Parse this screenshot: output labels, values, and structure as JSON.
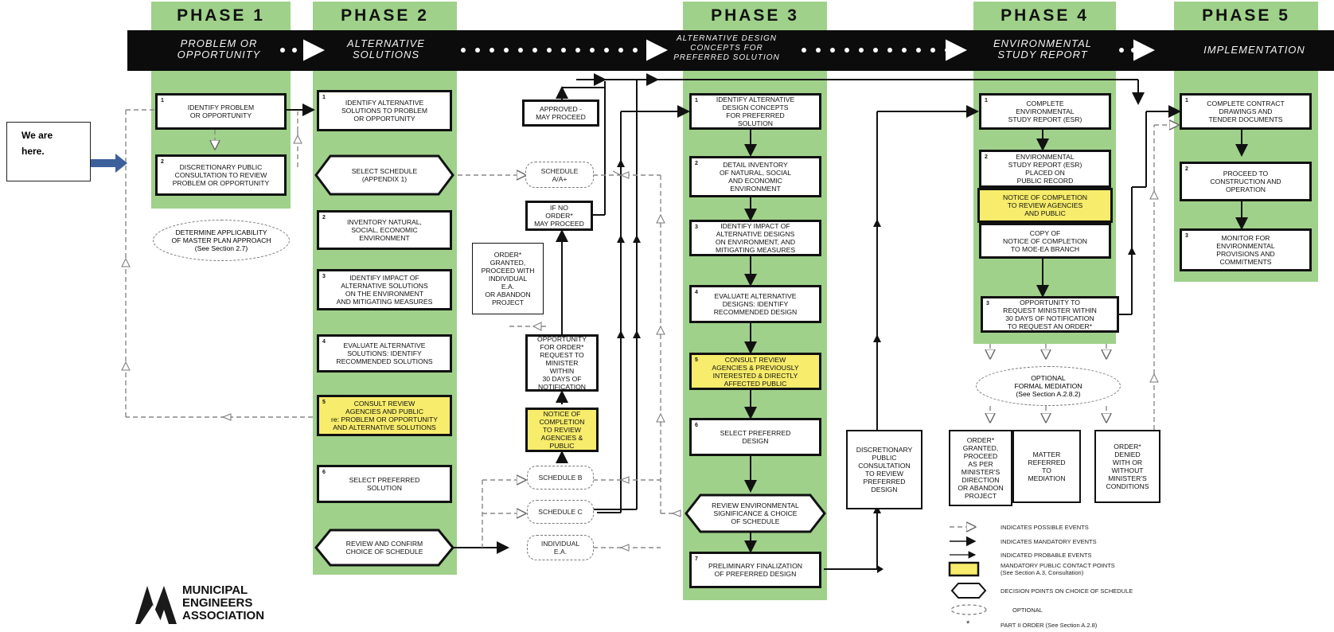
{
  "phases": [
    {
      "label": "PHASE 1",
      "band": "PROBLEM OR\nOPPORTUNITY"
    },
    {
      "label": "PHASE 2",
      "band": "ALTERNATIVE\nSOLUTIONS"
    },
    {
      "label": "PHASE 3",
      "band": "ALTERNATIVE DESIGN\nCONCEPTS FOR\nPREFERRED SOLUTION"
    },
    {
      "label": "PHASE 4",
      "band": "ENVIRONMENTAL\nSTUDY REPORT"
    },
    {
      "label": "PHASE 5",
      "band": "IMPLEMENTATION"
    }
  ],
  "callout": {
    "text": "We are\nhere."
  },
  "phase1": {
    "b1_num": "1",
    "b1": "IDENTIFY PROBLEM\nOR OPPORTUNITY",
    "b2_num": "2",
    "b2": "DISCRETIONARY PUBLIC\nCONSULTATION TO REVIEW\nPROBLEM OR OPPORTUNITY",
    "master_plan": "DETERMINE APPLICABILITY\nOF MASTER PLAN APPROACH\n(See Section 2.7)"
  },
  "phase2": {
    "b1_num": "1",
    "b1": "IDENTIFY ALTERNATIVE\nSOLUTIONS TO PROBLEM\nOR OPPORTUNITY",
    "select_schedule": "SELECT SCHEDULE\n(APPENDIX 1)",
    "b2_num": "2",
    "b2": "INVENTORY NATURAL,\nSOCIAL, ECONOMIC\nENVIRONMENT",
    "b3_num": "3",
    "b3": "IDENTIFY IMPACT OF\nALTERNATIVE SOLUTIONS\nON THE ENVIRONMENT\nAND MITIGATING MEASURES",
    "b4_num": "4",
    "b4": "EVALUATE ALTERNATIVE\nSOLUTIONS: IDENTIFY\nRECOMMENDED SOLUTIONS",
    "b5_num": "5",
    "b5": "CONSULT REVIEW\nAGENCIES AND PUBLIC\nre: PROBLEM OR OPPORTUNITY\nAND ALTERNATIVE SOLUTIONS",
    "b6_num": "6",
    "b6": "SELECT PREFERRED\nSOLUTION",
    "review_confirm": "REVIEW AND CONFIRM\nCHOICE OF SCHEDULE"
  },
  "middle": {
    "approved": "APPROVED -\nMAY PROCEED",
    "schedule_aa": "SCHEDULE\nA/A+",
    "if_no_order": "IF NO\nORDER*\nMAY PROCEED",
    "order_granted": "ORDER*\nGRANTED,\nPROCEED WITH\nINDIVIDUAL\nE.A.\nOR ABANDON\nPROJECT",
    "opportunity": "OPPORTUNITY\nFOR ORDER*\nREQUEST TO\nMINISTER\nWITHIN\n30 DAYS OF\nNOTIFICATION",
    "notice": "NOTICE OF\nCOMPLETION\nTO REVIEW\nAGENCIES &\nPUBLIC",
    "schedule_b": "SCHEDULE B",
    "schedule_c": "SCHEDULE C",
    "individual_ea": "INDIVIDUAL\nE.A."
  },
  "phase3": {
    "b1_num": "1",
    "b1": "IDENTIFY ALTERNATIVE\nDESIGN CONCEPTS\nFOR PREFERRED\nSOLUTION",
    "b2_num": "2",
    "b2": "DETAIL INVENTORY\nOF NATURAL, SOCIAL\nAND ECONOMIC\nENVIRONMENT",
    "b3_num": "3",
    "b3": "IDENTIFY IMPACT OF\nALTERNATIVE DESIGNS\nON ENVIRONMENT, AND\nMITIGATING MEASURES",
    "b4_num": "4",
    "b4": "EVALUATE ALTERNATIVE\nDESIGNS: IDENTIFY\nRECOMMENDED DESIGN",
    "b5_num": "5",
    "b5": "CONSULT REVIEW\nAGENCIES & PREVIOUSLY\nINTERESTED & DIRECTLY\nAFFECTED PUBLIC",
    "b6_num": "6",
    "b6": "SELECT PREFERRED\nDESIGN",
    "review_env": "REVIEW ENVIRONMENTAL\nSIGNIFICANCE & CHOICE\nOF SCHEDULE",
    "b7_num": "7",
    "b7": "PRELIMINARY FINALIZATION\nOF PREFERRED DESIGN"
  },
  "discretionary": "DISCRETIONARY\nPUBLIC\nCONSULTATION\nTO REVIEW\nPREFERRED\nDESIGN",
  "phase4": {
    "b1_num": "1",
    "b1": "COMPLETE\nENVIRONMENTAL\nSTUDY REPORT (ESR)",
    "b2_num": "2",
    "b2": "ENVIRONMENTAL\nSTUDY REPORT (ESR)\nPLACED ON\nPUBLIC RECORD",
    "notice": "NOTICE OF COMPLETION\nTO REVIEW AGENCIES\nAND PUBLIC",
    "copy": "COPY OF\nNOTICE OF COMPLETION\nTO MOE-EA BRANCH",
    "b3_num": "3",
    "b3": "OPPORTUNITY TO\nREQUEST MINISTER WITHIN\n30 DAYS OF NOTIFICATION\nTO REQUEST AN ORDER*",
    "mediation": "OPTIONAL\nFORMAL MEDIATION\n(See Section A.2.8.2)",
    "order_granted": "ORDER*\nGRANTED,\nPROCEED\nAS PER\nMINISTER'S\nDIRECTION\nOR ABANDON\nPROJECT",
    "matter": "MATTER\nREFERRED\nTO\nMEDIATION",
    "order_denied": "ORDER*\nDENIED\nWITH OR\nWITHOUT\nMINISTER'S\nCONDITIONS"
  },
  "phase5": {
    "b1_num": "1",
    "b1": "COMPLETE CONTRACT\nDRAWINGS AND\nTENDER DOCUMENTS",
    "b2_num": "2",
    "b2": "PROCEED TO\nCONSTRUCTION AND\nOPERATION",
    "b3_num": "3",
    "b3": "MONITOR FOR\nENVIRONMENTAL\nPROVISIONS AND\nCOMMITMENTS"
  },
  "legend": {
    "possible": "INDICATES POSSIBLE EVENTS",
    "mandatory": "INDICATES MANDATORY EVENTS",
    "probable": "INDICATED PROBABLE EVENTS",
    "contact": "MANDATORY PUBLIC CONTACT POINTS\n(See Section A.3, Consultation)",
    "decision": "DECISION POINTS ON CHOICE OF SCHEDULE",
    "optional": "OPTIONAL",
    "star": "*",
    "part2": "PART II ORDER (See Section A.2.8)"
  },
  "logo": {
    "text": "MUNICIPAL\nENGINEERS\nASSOCIATION"
  },
  "colors": {
    "phase_green": "#9fd18a",
    "contact_yellow": "#f7ec6b",
    "band_black": "#0c0c0c",
    "callout_arrow": "#3d5f9c"
  }
}
